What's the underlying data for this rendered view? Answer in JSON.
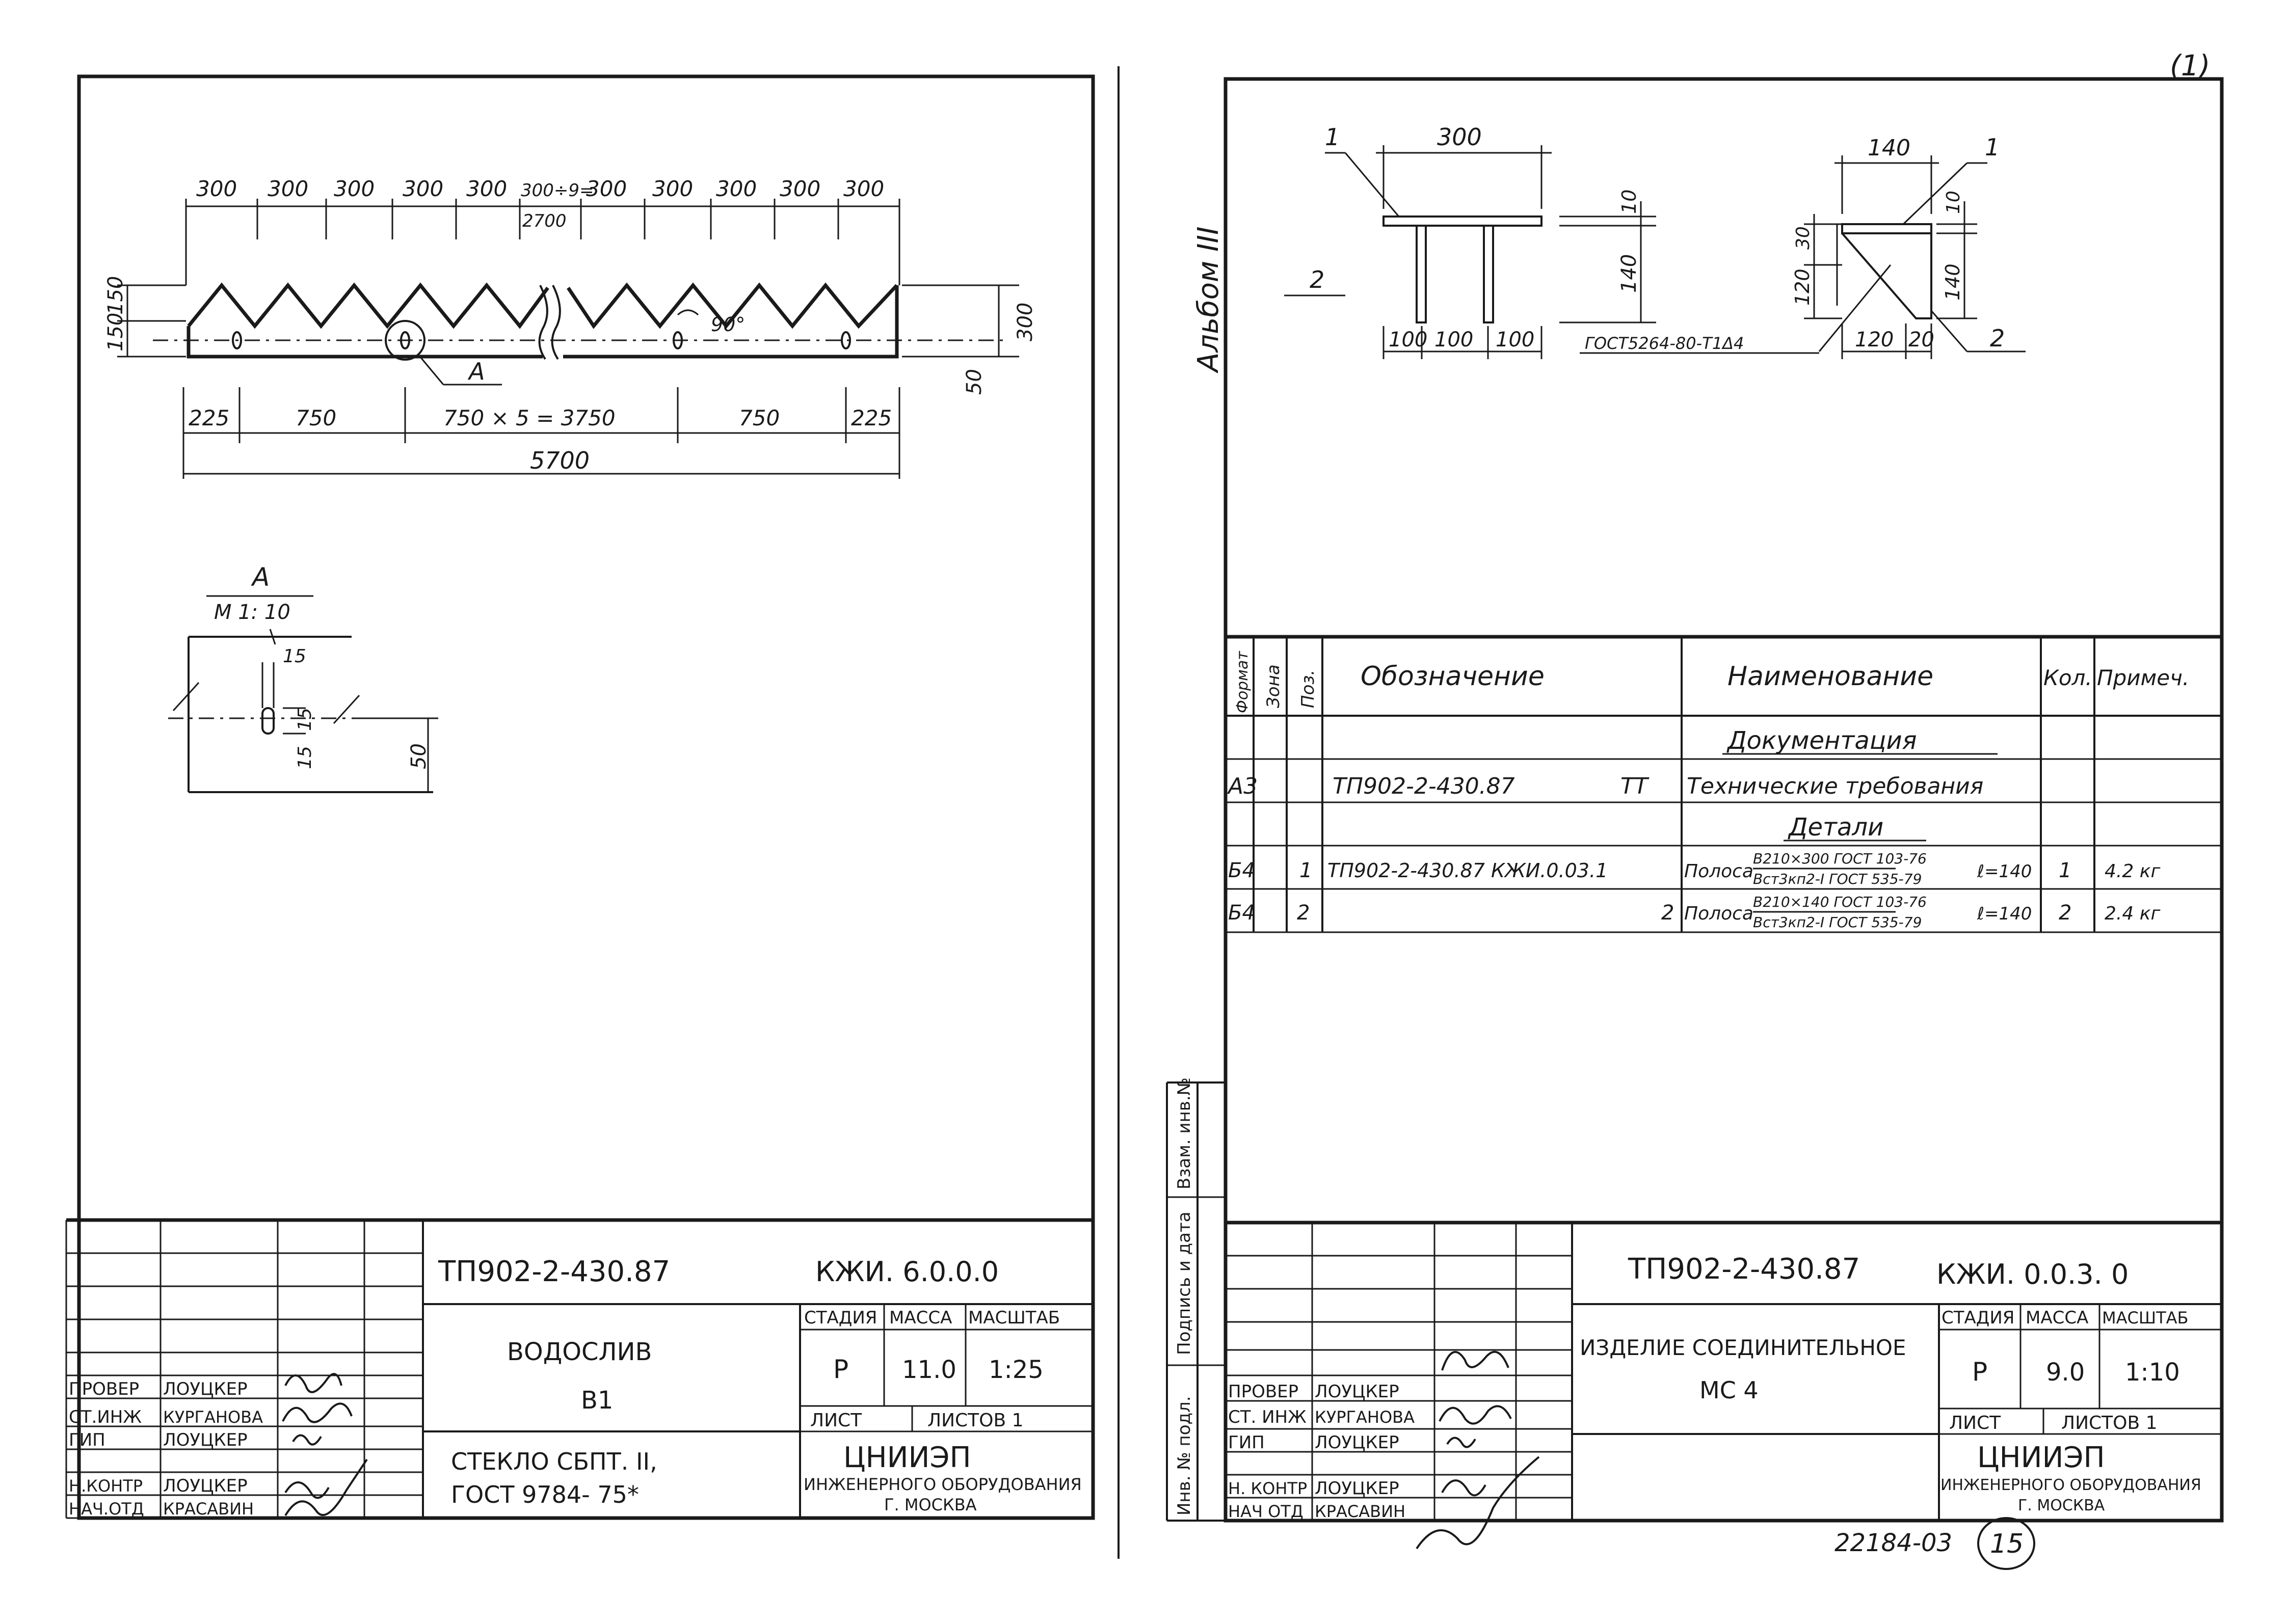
{
  "left_sheet": {
    "dims_top": [
      "300",
      "300",
      "300",
      "300",
      "300",
      "300÷9=",
      "300",
      "300",
      "300",
      "300",
      "300"
    ],
    "dim_2700": "2700",
    "dim_150_a": "150",
    "dim_150_b": "150",
    "dim_300_right": "300",
    "dim_50_right": "50",
    "angle": "90°",
    "callout_A": "A",
    "dims_bottom": [
      "225",
      "750",
      "750 × 5 = 3750",
      "750",
      "225"
    ],
    "dim_total": "5700",
    "detail_title": "A",
    "detail_scale": "M 1: 10",
    "detail_dims": [
      "15",
      "15",
      "15",
      "50"
    ],
    "title_block": {
      "code": "ТП902-2-430.87",
      "mark": "КЖИ. 6.0.0.0",
      "name_line1": "ВОДОСЛИВ",
      "name_line2": "В1",
      "material_line1": "СТЕКЛО СБПТ. II,",
      "material_line2": "ГОСТ 9784- 75*",
      "stage_h": "СТАДИЯ",
      "mass_h": "МАССА",
      "scale_h": "МАСШТАБ",
      "stage": "Р",
      "mass": "11.0",
      "scale": "1:25",
      "sheet_h": "ЛИСТ",
      "sheets_h": "ЛИСТОВ 1",
      "org1": "ЦНИИЭП",
      "org2": "ИНЖЕНЕРНОГО ОБОРУДОВАНИЯ",
      "org3": "Г. МОСКВА",
      "roles": [
        "ПРОВЕР",
        "СТ.ИНЖ",
        "ГИП",
        "Н.КОНТР",
        "НАЧ.ОТД"
      ],
      "names": [
        "ЛОУЦКЕР",
        "КУРГАНОВА",
        "ЛОУЦКЕР",
        "ЛОУЦКЕР",
        "КРАСАВИН"
      ]
    }
  },
  "right_sheet": {
    "album": "Альбом III",
    "corner_mark": "(1)",
    "drawing1": {
      "label1": "1",
      "label2": "2",
      "dim_width": "300",
      "dims_bottom": [
        "100",
        "100",
        "100"
      ],
      "dim_10": "10",
      "dim_140": "140"
    },
    "drawing2": {
      "label1": "1",
      "label2": "2",
      "dim_top": "140",
      "dim_30": "30",
      "dim_120_v": "120",
      "dim_10": "10",
      "dim_140": "140",
      "dims_bottom": [
        "120",
        "20"
      ],
      "weld": "ГОСТ5264-80-Т1Δ4"
    },
    "spec": {
      "headers": [
        "Формат",
        "Зона",
        "Поз.",
        "Обозначение",
        "Наименование",
        "Кол.",
        "Примеч."
      ],
      "section_docs": "Документация",
      "section_parts": "Детали",
      "rows": [
        {
          "format": "А3",
          "zone": "",
          "pos": "",
          "designation": "ТП902-2-430.87",
          "suffix": "ТТ",
          "name": "Технические требования",
          "qty": "",
          "note": ""
        },
        {
          "format": "Б4",
          "zone": "",
          "pos": "1",
          "designation": "ТП902-2-430.87 КЖИ.0.03.1",
          "suffix": "",
          "name": "Полоса",
          "frac_top": "В210×300 ГОСТ 103-76",
          "frac_bot": "Вст3кп2-I ГОСТ 535-79",
          "ell": "ℓ=140",
          "qty": "1",
          "note": "4.2 кг"
        },
        {
          "format": "Б4",
          "zone": "",
          "pos": "2",
          "designation": "",
          "suffix": "2",
          "name": "Полоса",
          "frac_top": "В210×140 ГОСТ 103-76",
          "frac_bot": "Вст3кп2-I ГОСТ 535-79",
          "ell": "ℓ=140",
          "qty": "2",
          "note": "2.4 кг"
        }
      ]
    },
    "side_stamps": [
      "Инв. № подл.",
      "Подпись и дата",
      "Взам. инв.№"
    ],
    "title_block": {
      "code": "ТП902-2-430.87",
      "mark": "КЖИ. 0.0.3. 0",
      "name_line1": "ИЗДЕЛИЕ СОЕДИНИТЕЛЬНОЕ",
      "name_line2": "МС 4",
      "stage_h": "СТАДИЯ",
      "mass_h": "МАССА",
      "scale_h": "МАСШТАБ",
      "stage": "Р",
      "mass": "9.0",
      "scale": "1:10",
      "sheet_h": "ЛИСТ",
      "sheets_h": "ЛИСТОВ 1",
      "org1": "ЦНИИЭП",
      "org2": "ИНЖЕНЕРНОГО ОБОРУДОВАНИЯ",
      "org3": "Г. МОСКВА",
      "roles": [
        "ПРОВЕР",
        "СТ. ИНЖ",
        "ГИП",
        "Н. КОНТР",
        "НАЧ ОТД"
      ],
      "names": [
        "ЛОУЦКЕР",
        "КУРГАНОВА",
        "ЛОУЦКЕР",
        "ЛОУЦКЕР",
        "КРАСАВИН"
      ]
    },
    "footer_code": "22184-03",
    "page_number": "15"
  }
}
